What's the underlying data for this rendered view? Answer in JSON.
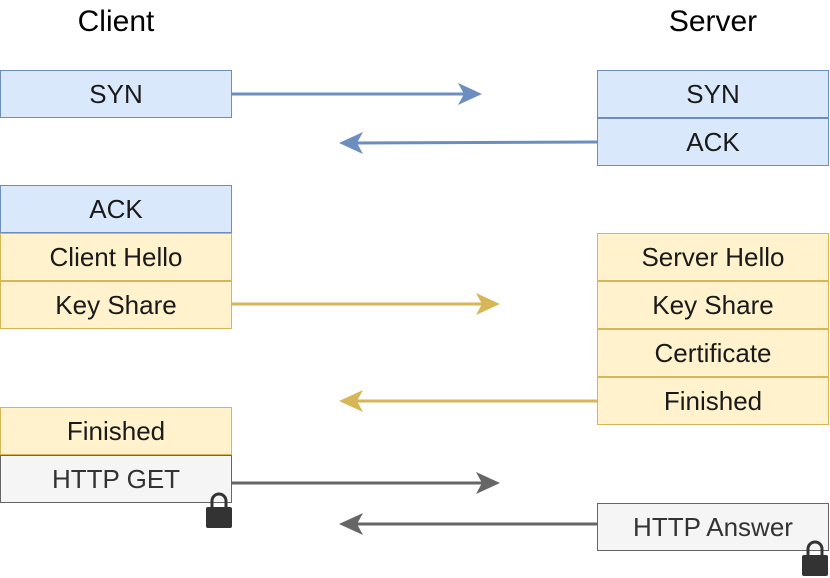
{
  "headings": {
    "client": "Client",
    "server": "Server"
  },
  "colors": {
    "blue_fill": "#dae8fc",
    "blue_stroke": "#6c8ebf",
    "yellow_fill": "#fff2cc",
    "yellow_stroke": "#d6b656",
    "gray_fill": "#f5f5f5",
    "gray_stroke": "#666666",
    "lock_fill": "#333333"
  },
  "client": {
    "syn": "SYN",
    "ack": "ACK",
    "client_hello": "Client Hello",
    "key_share": "Key Share",
    "finished": "Finished",
    "http_get": "HTTP GET"
  },
  "server": {
    "syn": "SYN",
    "ack": "ACK",
    "server_hello": "Server Hello",
    "key_share": "Key Share",
    "certificate": "Certificate",
    "finished": "Finished",
    "http_answer": "HTTP Answer"
  },
  "icons": {
    "lock": "lock-icon"
  }
}
